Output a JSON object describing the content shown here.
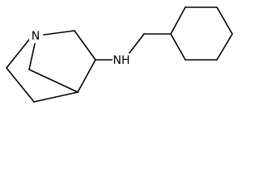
{
  "diagram": {
    "type": "skeletal-structure",
    "atom_labels": {
      "ring_nitrogen": "N",
      "amine_nh": "NH"
    },
    "colors": {
      "bond": "#000000",
      "label": "#000000",
      "background": "#ffffff"
    }
  }
}
